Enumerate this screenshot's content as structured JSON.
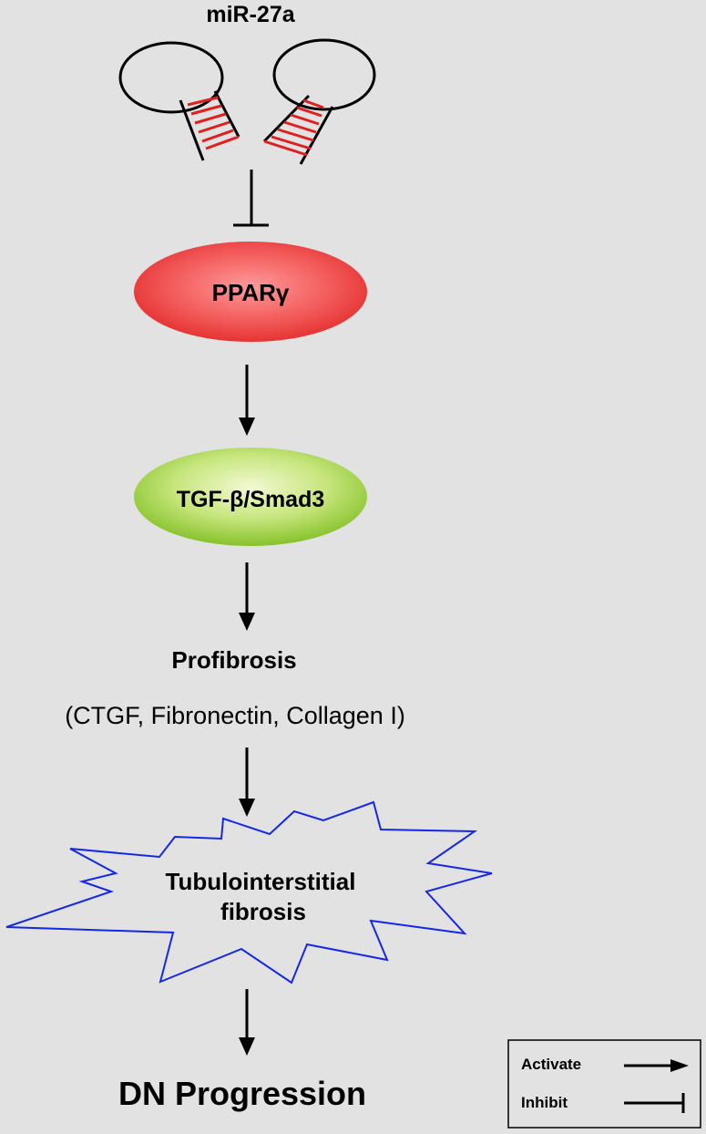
{
  "nodes": {
    "mirna": "miR-27a",
    "ppar": "PPARγ",
    "tgf": "TGF-β/Smad3",
    "profibrosis": "Profibrosis",
    "profibrosis_markers": "(CTGF, Fibronectin, Collagen I)",
    "fibrosis_line1": "Tubulointerstitial",
    "fibrosis_line2": "fibrosis",
    "outcome": "DN Progression"
  },
  "legend": {
    "activate": "Activate",
    "inhibit": "Inhibit"
  },
  "colors": {
    "background": "#e2e2e2",
    "ppar_fill": "#ef4f4f",
    "tgf_fill": "#9fd13a",
    "stem_pairs": "#e02020",
    "starburst_stroke": "#1428e6"
  }
}
